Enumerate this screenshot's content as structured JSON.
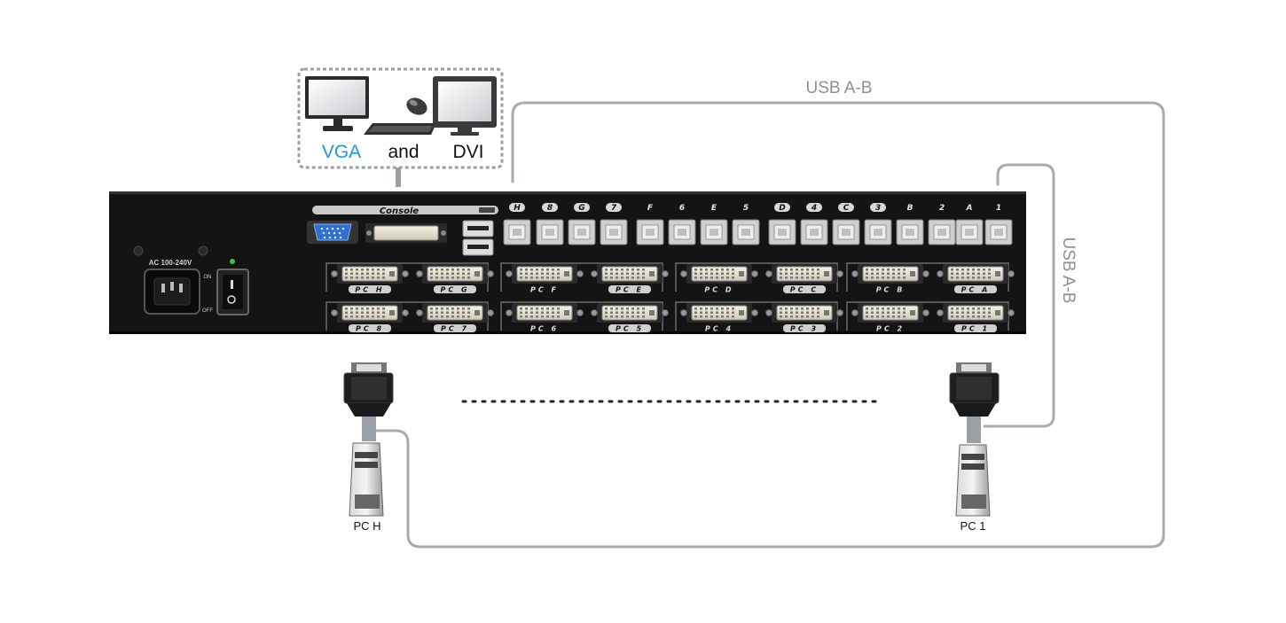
{
  "console_box": {
    "vga_label": "VGA",
    "and_label": "and",
    "dvi_label": "DVI"
  },
  "cables": {
    "top_label": "USB A-B",
    "right_label": "USB A-B"
  },
  "kvm": {
    "power_label": "AC 100-240V",
    "switch_on": "ON",
    "switch_off": "OFF",
    "console_label": "Console",
    "usb_top_labels": [
      "H",
      "8",
      "G",
      "7",
      "F",
      "6",
      "E",
      "5",
      "D",
      "4",
      "C",
      "3",
      "B",
      "2",
      "A",
      "1"
    ],
    "pc_row1": [
      "PC H",
      "PC G",
      "PC F",
      "PC E",
      "PC D",
      "PC C",
      "PC B",
      "PC A"
    ],
    "pc_row2": [
      "PC 8",
      "PC 7",
      "PC 6",
      "PC 5",
      "PC 4",
      "PC 3",
      "PC 2",
      "PC 1"
    ]
  },
  "computers": {
    "left_label": "PC H",
    "right_label": "PC 1"
  },
  "colors": {
    "vga_blue": "#1a9ad6",
    "cable_gray": "#9aa0a6",
    "label_gray": "#8a9196",
    "chassis": "#1a1a1a"
  }
}
